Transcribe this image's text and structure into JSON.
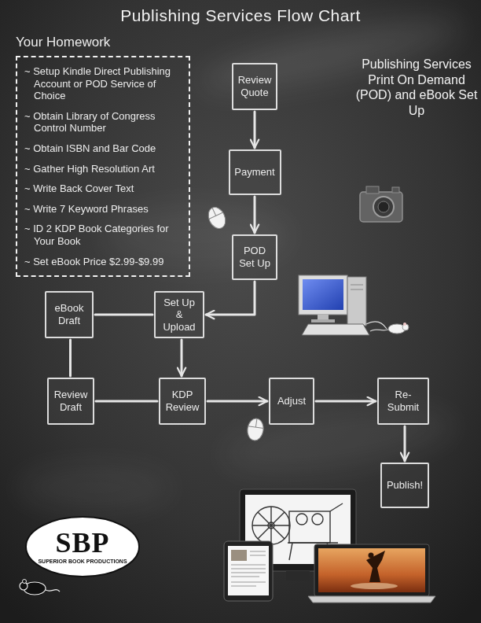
{
  "diagram": {
    "title": "Publishing Services Flow Chart",
    "nodes": [
      {
        "text": [
          "Your Homework",
          "~ Setup Kindle Direct Publishing Account or POD Service of Choice",
          "~ Obtain Library of Congress Control Number",
          "~ Obtain ISBN and Bar Code",
          "~ Gather High Resolution Art",
          "~ Write Back Cover Text",
          "~ Write 7 Keyword Phrases",
          "~ ID 2 KDP Book Categories for Your Book",
          "~ Set eBook Price $2.99-$9.99"
        ]
      },
      {
        "text": [
          "Review Quote"
        ]
      },
      {
        "text": [
          "Payment"
        ]
      },
      {
        "text": [
          "POD Set Up"
        ]
      },
      {
        "text": [
          "eBook Draft"
        ]
      },
      {
        "text": [
          "Set Up & Upload"
        ]
      },
      {
        "text": [
          "Review Draft"
        ]
      },
      {
        "text": [
          "KDP Review"
        ]
      },
      {
        "text": [
          "Adjust"
        ]
      },
      {
        "text": [
          "Re-Submit"
        ]
      },
      {
        "text": [
          "Publish!"
        ]
      },
      {
        "text": [
          "SBP",
          "SUPERIOR BOOK PRODUCTIONS"
        ]
      }
    ],
    "edges": [
      {
        "from": 1,
        "to": 2,
        "arrow": "to"
      },
      {
        "from": 2,
        "to": 3,
        "arrow": "to"
      },
      {
        "from": 3,
        "to": 5,
        "arrow": "to"
      },
      {
        "from": 5,
        "to": 4,
        "arrow": "none"
      },
      {
        "from": 5,
        "to": 7,
        "arrow": "to"
      },
      {
        "from": 4,
        "to": 6,
        "arrow": "none"
      },
      {
        "from": 6,
        "to": 7,
        "arrow": "none"
      },
      {
        "from": 7,
        "to": 8,
        "arrow": "to"
      },
      {
        "from": 8,
        "to": 9,
        "arrow": "to"
      },
      {
        "from": 9,
        "to": 10,
        "arrow": "to"
      }
    ],
    "labels": [
      "Publishing Services Print On Demand (POD) and eBook Set Up"
    ]
  }
}
